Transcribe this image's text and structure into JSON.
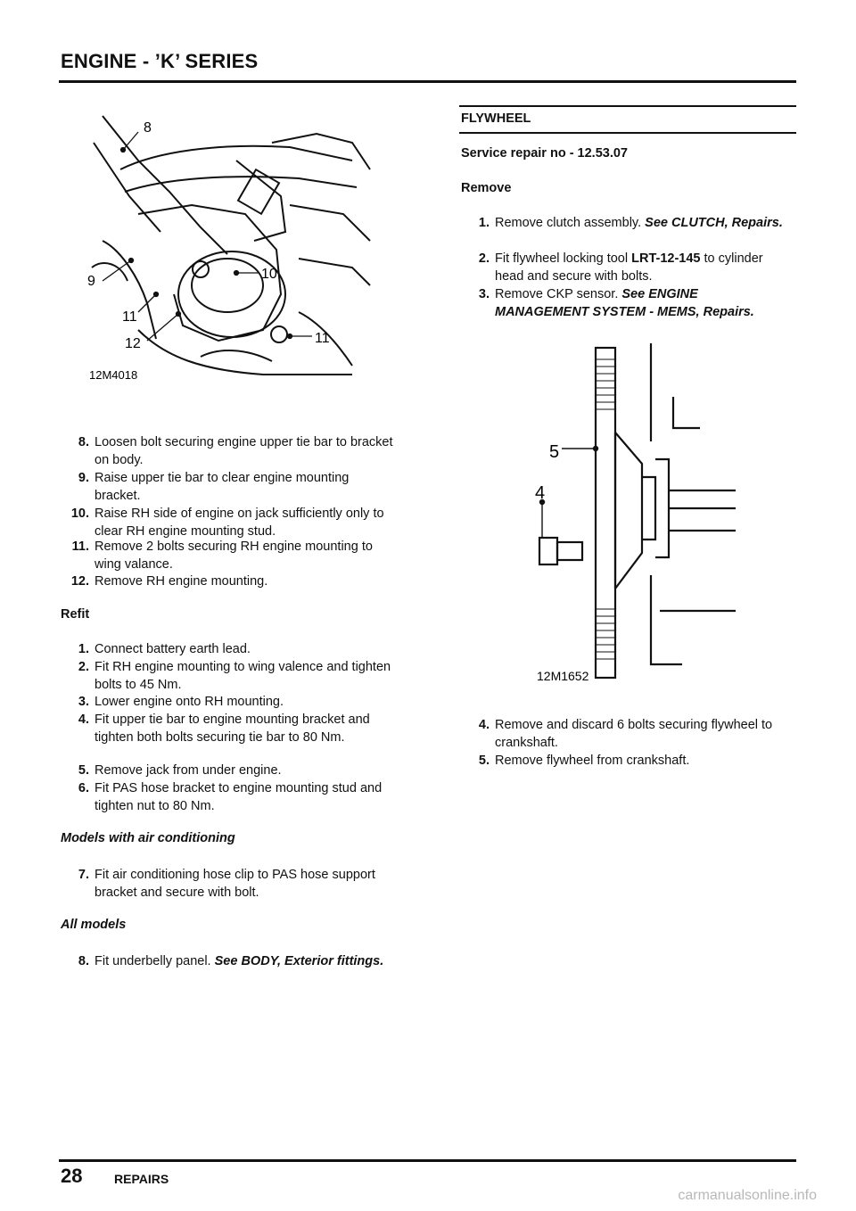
{
  "header": {
    "title": "ENGINE - ’K’ SERIES"
  },
  "left": {
    "figure": {
      "code": "12M4018",
      "callouts": [
        "8",
        "9",
        "10",
        "11",
        "11",
        "12"
      ]
    },
    "steps_removal": [
      {
        "num": "8.",
        "text": "Loosen bolt securing engine upper tie bar to bracket on body."
      },
      {
        "num": "9.",
        "text": "Raise upper tie bar to clear engine mounting bracket."
      },
      {
        "num": "10.",
        "text": "Raise RH side of engine on jack sufficiently only to clear RH engine mounting stud."
      },
      {
        "num": "11.",
        "text": "Remove 2 bolts securing RH engine mounting to wing valance."
      },
      {
        "num": "12.",
        "text": "Remove RH engine mounting."
      }
    ],
    "refit_heading": "Refit",
    "steps_refit": [
      {
        "num": "1.",
        "text": "Connect battery earth lead."
      },
      {
        "num": "2.",
        "text": "Fit RH engine mounting to wing valence and tighten bolts to 45 Nm."
      },
      {
        "num": "3.",
        "text": "Lower engine onto RH mounting."
      },
      {
        "num": "4.",
        "text": "Fit upper tie bar to engine mounting bracket and tighten both bolts securing tie bar to 80 Nm."
      },
      {
        "num": "5.",
        "text": "Remove jack from under engine."
      },
      {
        "num": "6.",
        "text": "Fit PAS hose bracket to engine mounting stud and tighten nut to 80 Nm."
      }
    ],
    "ac_heading": "Models with air conditioning",
    "ac_step": {
      "num": "7.",
      "text": "Fit air conditioning hose clip to PAS hose support bracket and secure with bolt."
    },
    "all_heading": "All models",
    "all_step": {
      "num": "8.",
      "text": "Fit underbelly panel.",
      "ref": "See BODY, Exterior fittings."
    }
  },
  "right": {
    "section_title": "FLYWHEEL",
    "service_repair": "Service repair no - 12.53.07",
    "remove_heading": "Remove",
    "steps": [
      {
        "num": "1.",
        "text": "Remove clutch assembly.",
        "ref": "See CLUTCH, Repairs."
      },
      {
        "num": "2.",
        "text_a": "Fit flywheel locking tool ",
        "tool": "LRT-12-145",
        "text_b": " to cylinder head and secure with bolts."
      },
      {
        "num": "3.",
        "text": "Remove CKP sensor.",
        "ref": "See ENGINE MANAGEMENT SYSTEM - MEMS, Repairs."
      }
    ],
    "figure": {
      "code": "12M1652",
      "callouts": [
        "5",
        "4"
      ]
    },
    "steps_after": [
      {
        "num": "4.",
        "text": "Remove and discard 6 bolts securing flywheel to crankshaft."
      },
      {
        "num": "5.",
        "text": "Remove flywheel from crankshaft."
      }
    ]
  },
  "footer": {
    "page_number": "28",
    "label": "REPAIRS",
    "watermark": "carmanualsonline.info"
  }
}
